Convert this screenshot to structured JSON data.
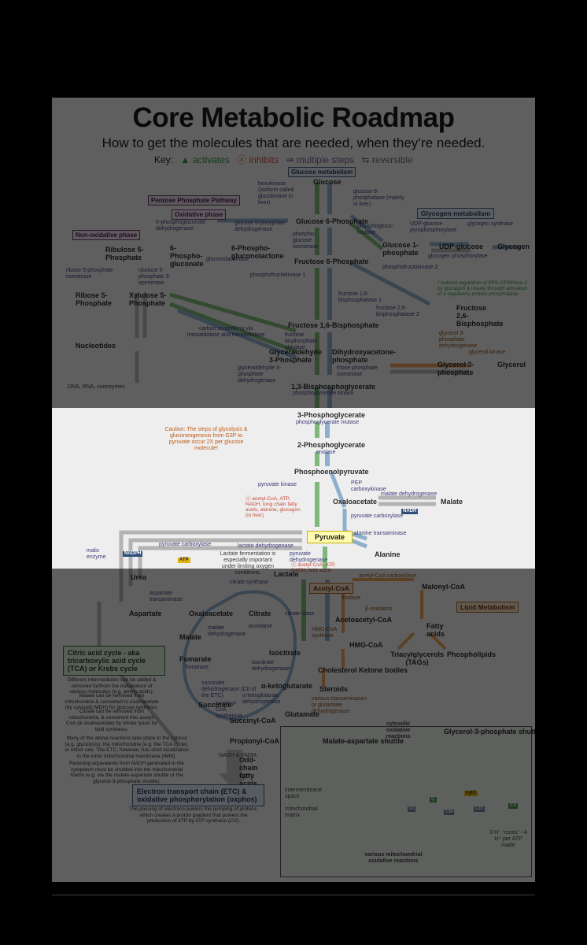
{
  "header": {
    "title": "Core Metabolic Roadmap",
    "subtitle": "How to get the molecules that are needed, when they’re needed.",
    "key_label": "Key:",
    "key_activates": "▲ activates",
    "key_inhibits": "ⓧ inhibits",
    "key_multiple": "⇛ multiple steps",
    "key_reversible": "⇆ reversible"
  },
  "sections": {
    "glucose_metabolism": "Glucose metabolism",
    "pentose_phosphate": "Pentose Phosphate Pathway",
    "oxidative_phase": "Oxidative phase",
    "non_oxidative_phase": "Non-oxidative phase",
    "glycogen_metabolism": "Glycogen metabolism",
    "lipid_metabolism": "Lipid Metabolism",
    "tca_title": "Citric acid cycle - aka tricarboxylic acid cycle (TCA) or Krebs cycle",
    "etc_title": "Electron transport chain (ETC) & oxidative phosphorylation (oxphos)",
    "malate_shuttle": "Malate-aspartate shuttle",
    "g3p_shuttle": "Glycerol-3-phosphate shuttle"
  },
  "molecules": {
    "glucose": "Glucose",
    "g6p": "Glucose 6-Phosphate",
    "f6p": "Fructose 6-Phosphate",
    "f16bp": "Fructose 1,6-Bisphosphate",
    "gap": "Glyceraldehyde 3-Phosphate",
    "dhap": "Dihydroxyacetone-phosphate",
    "bpg13": "1,3-Bisphosphoglycerate",
    "pg3": "3-Phosphoglycerate",
    "pg2": "2-Phosphoglycerate",
    "pep": "Phosphoenolpyruvate",
    "oaa": "Oxaloacetate",
    "pyruvate": "Pyruvate",
    "malate_cyt": "Malate",
    "alanine": "Alanine",
    "lactate": "Lactate",
    "acetyl_coa": "Acetyl-CoA",
    "malonyl_coa": "Malonyl-CoA",
    "g1p": "Glucose 1-phosphate",
    "udp_glucose": "UDP-glucose",
    "glycogen": "Glycogen",
    "f26bp": "Fructose 2,6-Bisphosphate",
    "glycerol_3p": "Glycerol 3-phosphate",
    "glycerol": "Glycerol",
    "pgluconate": "6-Phospho-gluconate",
    "pgluconolactone": "6-Phospho-gluconolactone",
    "ribose5p": "Ribose 5-Phosphate",
    "ribulose5p": "Ribulose 5-Phosphate",
    "xylulose5p": "Xylulose 5-Phosphate",
    "nucleotides": "Nucleotides",
    "dna": "DNA, RNA, coenzymes",
    "citrate": "Citrate",
    "isocitrate": "Isocitrate",
    "akg": "α-ketoglutarate",
    "succinyl_coa": "Succinyl-CoA",
    "succinate": "Succinate",
    "fumarate": "Fumarate",
    "malate_mito": "Malate",
    "oxaloacetate_mito": "Oxaloacetate",
    "aspartate": "Aspartate",
    "urea": "Urea",
    "glutamate": "Glutamate",
    "acetoacetyl_coa": "Acetoacetyl-CoA",
    "hmg_coa": "HMG-CoA",
    "cholesterol": "Cholesterol",
    "ketone_bodies": "Ketone bodies",
    "steroids": "Steroids",
    "fatty_acids": "Fatty acids",
    "tags": "Triacylglycerols (TAGs)",
    "phospholipids": "Phospholipids",
    "propionyl_coa": "Propionyl-CoA",
    "odd_chain": "Odd-chain fatty acids"
  },
  "enzymes": {
    "hexokinase": "hexokinase (isoform called glucokinase in liver)",
    "g6pase": "glucose 6-phosphatase (mainly in liver)",
    "pgi": "phospho-glucose isomerase",
    "pgm": "phosphogluco-mutase",
    "udp_ppase": "UDP-glucose pyrophosphorylase",
    "glycogen_synthase": "glycogen synthase",
    "glycogen_phosphorylase": "glycogen phosphorylase",
    "pfk1": "phosphofructokinase 1",
    "pfk2": "phosphofructokinase 2",
    "fbp1": "fructose 1,6-bisphosphatase 1",
    "fbp2": "fructose 2,6-bisphosphatase 2",
    "aldolase": "fructose bisphosphate aldolase",
    "tpi": "triose phosphate isomerase",
    "gapdh": "glyceraldehyde 3-phosphate dehydrogenase",
    "pgk": "phosphoglycerate kinase",
    "pgam": "phosphoglycerate mutase",
    "enolase": "enolase",
    "pk": "pyruvate kinase",
    "pepck": "PEP carboxykinase",
    "mdh_cyt": "malate dehydrogenase",
    "pc": "pyruvate carboxylase",
    "alt": "alanine transaminase",
    "ldh": "lactate dehydrogenase",
    "pdh": "pyruvate dehydrogenase",
    "malic_enzyme": "malic enzyme",
    "g6pdh": "glucose 6-phosphate dehydrogenase",
    "lactonase": "gluconolactonase",
    "pgdh": "6-phosphogluconate dehydrogenase",
    "rpi": "ribose 5-phosphate isomerase",
    "rpe": "ribulose 5-phosphate 3-epimerase",
    "scrambling": "carbon scrambling via transaldolase and transketolase",
    "glycerol_kinase": "glycerol kinase",
    "g3pdh": "glycerol 3-phosphate dehydrogenase",
    "citrate_synthase": "citrate synthase",
    "aconitase": "aconitase",
    "idh": "isocitrate dehydrogenase",
    "akgdh": "α-ketoglutarate dehydrogenase",
    "scs": "succinyl-CoA synthetase",
    "sdh": "succinate dehydrogenase (CII of the ETC)",
    "fumarase": "fumarase",
    "mdh": "malate dehydrogenase",
    "ast": "aspartate transaminase",
    "acc": "acetyl-CoA carboxylase",
    "citrate_lyase": "citrate lyase",
    "thiolase": "thiolase",
    "hmg_synthase": "HMG-CoA synthase",
    "beta_ox": "β-oxidation",
    "transaminases": "various transaminases or glutamate dehydrogenase"
  },
  "annotations": {
    "caution": "Caution: The steps of glycolysis & gluconeogenesis from G3P to pyruvate occur 2X per glucose molecule!",
    "lactate_note": "Lactate fermentation is especially important under limiting oxygen conditions.",
    "pfk2_note": "* indirect regulation of PFK-2/FBPase-2 by glucagon & insulin through activation of a regulatory protein phosphatase",
    "tca_note1": "Different intermediates can be added & removed for/from the metabolism of various molecules (e.g. amino acids).",
    "tca_note2": "Malate can be removed from mitochondria & converted to oxaloacetate (by cytosolic MDH) for glucose synthesis.",
    "tca_note3": "Citrate can be removed from mitochondria, & converted into acetyl-CoA (& oxaloacetate) by citrate lyase for lipid synthesis.",
    "compartments_note": "Many of the above reactions take place in the cytosol (e.g. glycolysis), the mitochondria (e.g. the TCA cycle), or either one. The ETC, however, has strict localization in the inner mitochondrial membrane (IMM).",
    "shuttle_note": "Reducing equivalents from NADH generated in the cytoplasm must be shuttled into the mitochondrial matrix (e.g. via the malate-aspartate shuttle or the glycerol-3-phosphate shuttle).",
    "etc_note": "The passing of electrons powers the pumping of protons, which creates a proton gradient that powers the production of ATP by ATP synthase (CV).",
    "cytosolic_ox": "cytosolic oxidative reactions",
    "mito_ox": "various mitochondrial oxidative reactions",
    "ims": "intermembrane space",
    "matrix": "mitochondrial matrix",
    "atp_cost": "3 H⁺ “costs” ~4 H⁺ per ATP made",
    "pk_regs": "ⓧ acetyl-CoA, ATP, NADH, long chain fatty acids, alanine, glucagon (in liver)",
    "pdh_regs": "ⓧ acetyl-CoA, ATP, NADH, fatty acids",
    "nadh_fadh": "NADH & FADH₂"
  }
}
